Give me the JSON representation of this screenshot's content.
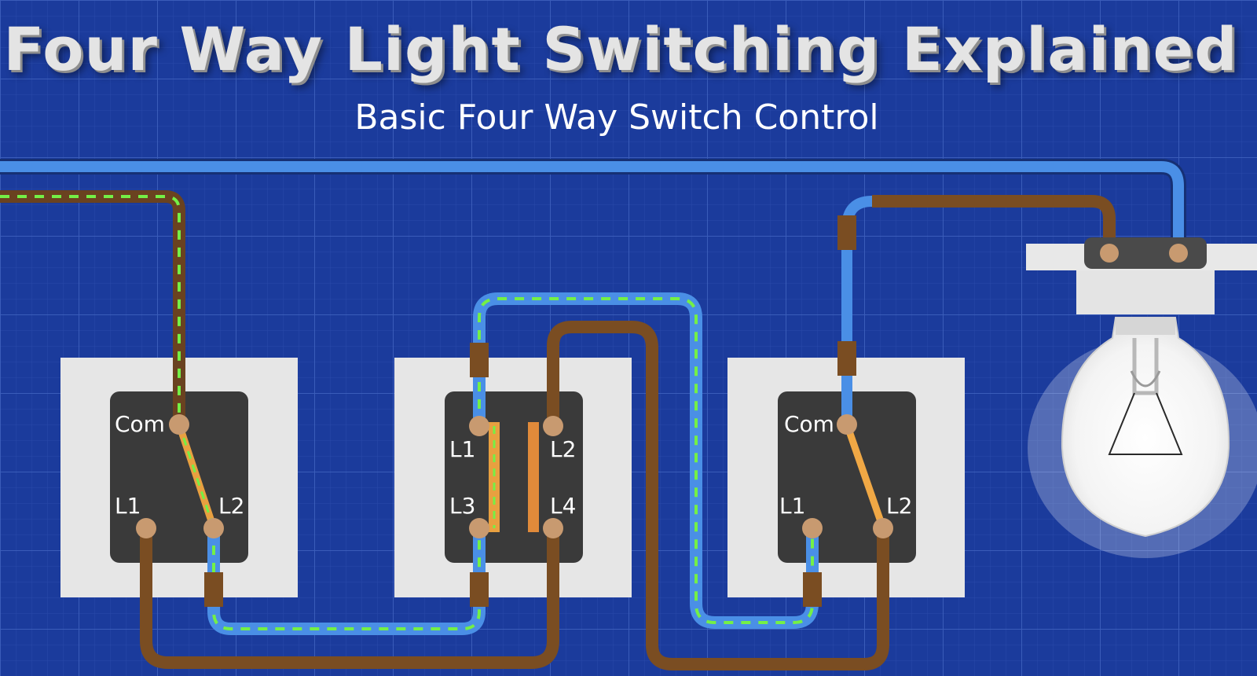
{
  "title": "Four Way Light Switching Explained",
  "subtitle": "Basic Four Way Switch Control",
  "switches": [
    {
      "name": "three-way-switch-left",
      "terminals": [
        "Com",
        "L1",
        "L2"
      ]
    },
    {
      "name": "four-way-switch-middle",
      "terminals": [
        "L1",
        "L2",
        "L3",
        "L4"
      ]
    },
    {
      "name": "three-way-switch-right",
      "terminals": [
        "Com",
        "L1",
        "L2"
      ]
    }
  ],
  "colors": {
    "background": "#1b3b9c",
    "neutral_wire": "#4a8fe6",
    "live_wire": "#7a4d22",
    "current_path": "#74f046",
    "switch_contact": "#e8a040",
    "switch_body": "#3a3a3a",
    "faceplate": "#e6e6e6"
  }
}
